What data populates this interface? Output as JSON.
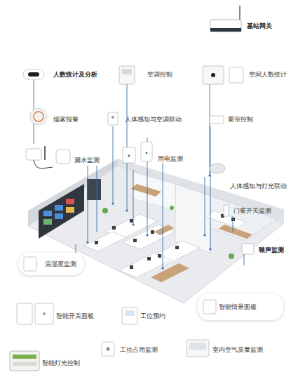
{
  "diagram": {
    "nodes": [
      {
        "text": [
          "温湿度监测"
        ]
      },
      {
        "text": [
          "智能情景面板"
        ]
      }
    ],
    "labels": [
      "基站网关",
      "人数统计及分析",
      "空调控制",
      "空间人数统计",
      "烟雾报警",
      "人体感知与空调联动",
      "窗帘控制",
      "漏水监测",
      "用电监测",
      "人体感知与灯光联动",
      "门窗开关监测",
      "噪声监测",
      "智能开关面板",
      "工位预约",
      "工位占用监测",
      "智能灯光控制",
      "室内空气质量监测"
    ]
  }
}
